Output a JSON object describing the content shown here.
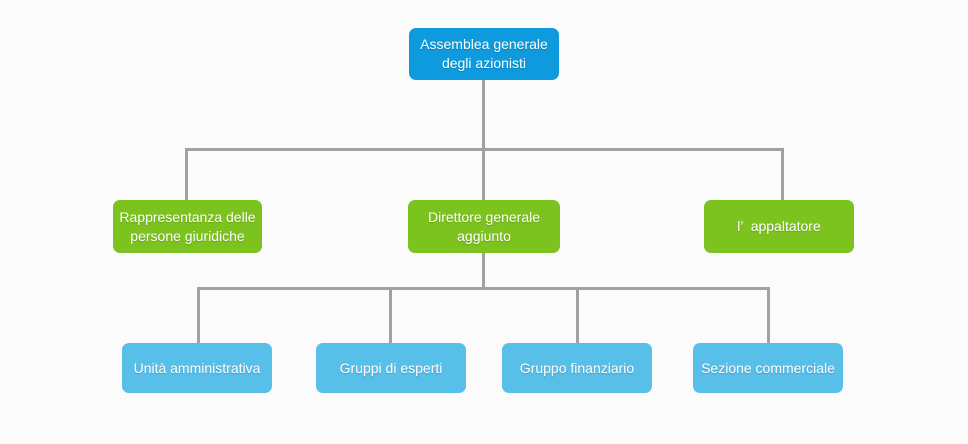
{
  "diagram": {
    "type": "organization-chart",
    "language": "it",
    "colors": {
      "root": "#0d9bdd",
      "level2": "#7dc31f",
      "level3": "#58bfe9",
      "connector": "#a1a1a1",
      "background": "#fbfbfb",
      "text": "#ffffff"
    },
    "nodes": {
      "root": {
        "label": "Assemblea generale\ndegli azionisti"
      },
      "level2": [
        {
          "label": "Rappresentanza delle\npersone giuridiche"
        },
        {
          "label": "Direttore generale\naggiunto"
        },
        {
          "label": "l’  appaltatore"
        }
      ],
      "level3": [
        {
          "label": "Unità amministrativa"
        },
        {
          "label": "Gruppi di esperti"
        },
        {
          "label": "Gruppo finanziario"
        },
        {
          "label": "Sezione commerciale"
        }
      ]
    },
    "edges": [
      {
        "from": "root",
        "to": "level2.0"
      },
      {
        "from": "root",
        "to": "level2.1"
      },
      {
        "from": "root",
        "to": "level2.2"
      },
      {
        "from": "level2.1",
        "to": "level3.0"
      },
      {
        "from": "level2.1",
        "to": "level3.1"
      },
      {
        "from": "level2.1",
        "to": "level3.2"
      },
      {
        "from": "level2.1",
        "to": "level3.3"
      }
    ]
  }
}
